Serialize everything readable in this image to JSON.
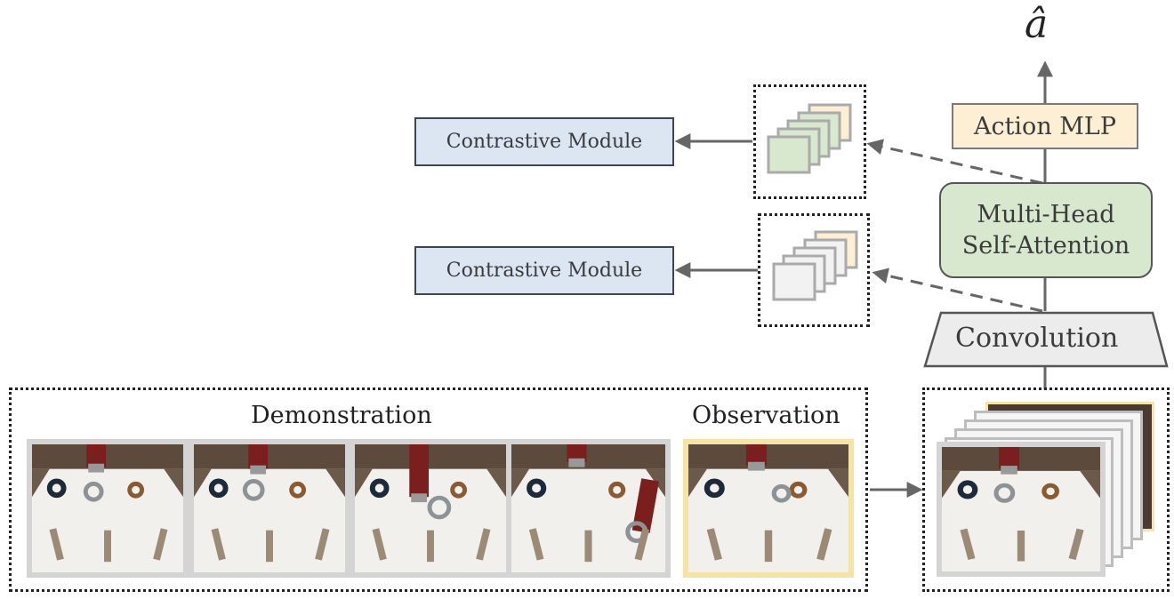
{
  "output_symbol": "â",
  "action_mlp": "Action MLP",
  "mhsa": {
    "line1": "Multi-Head",
    "line2": "Self-Attention"
  },
  "convolution": "Convolution",
  "contrastive_top": "Contrastive Module",
  "contrastive_bottom": "Contrastive Module",
  "demonstration_label": "Demonstration",
  "observation_label": "Observation",
  "colors": {
    "contrastive_fill": "#dbe6f2",
    "action_fill": "#fcefd3",
    "attention_fill": "#d8e8cf",
    "convolution_fill": "#ececec",
    "observation_border": "#f6e3a6",
    "demo_border": "#d4d4d4"
  }
}
